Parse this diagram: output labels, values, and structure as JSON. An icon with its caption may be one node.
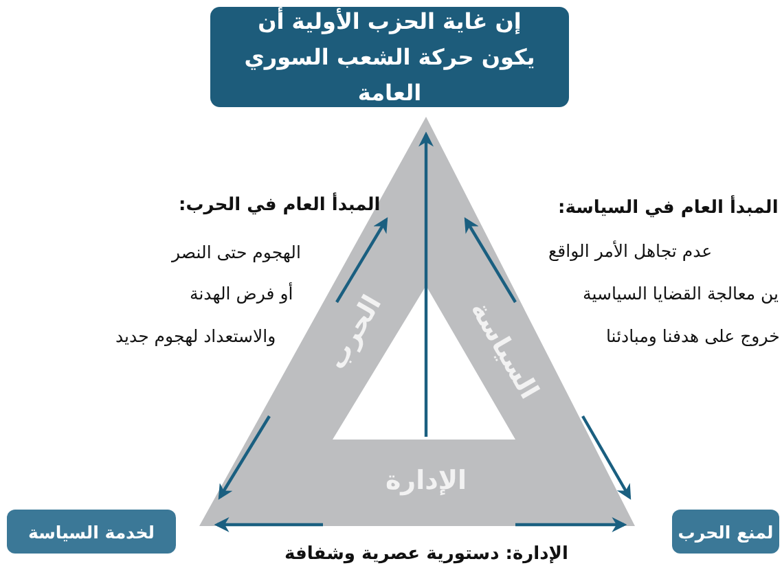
{
  "diagram": {
    "nodes": [
      {
        "text": [
          "إن غاية الحزب الأولية أن يكون حركة الشعب السوري العامة"
        ]
      },
      {
        "text": [
          "الحرب",
          "السياسة",
          "الإدارة"
        ]
      },
      {
        "text": [
          "لخدمة السياسة"
        ]
      },
      {
        "text": [
          "لمنع الحرب"
        ]
      }
    ],
    "labels": [
      "المبدأ العام في السياسة:",
      "عدم تجاهل الأمر الواقع",
      "ين معالجة القضايا السياسية",
      "خروج على هدفنا ومبادئنا",
      "المبدأ العام في الحرب:",
      "الهجوم حتى النصر",
      "أو فرض الهدنة",
      "والاستعداد لهجوم جديد",
      "الإدارة: دستورية عصرية وشفافة"
    ]
  }
}
